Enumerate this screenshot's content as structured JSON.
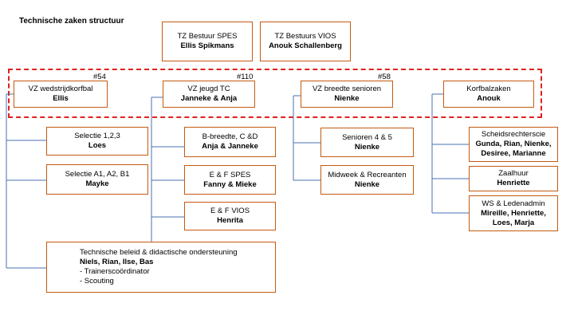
{
  "title": "Technische zaken structuur",
  "top": {
    "spes": {
      "line1": "TZ Bestuur SPES",
      "line2": "Ellis Spikmans"
    },
    "vios": {
      "line1": "TZ Bestuurs VIOS",
      "line2": "Anouk Schallenberg"
    }
  },
  "columns": {
    "wedstrijd": {
      "number": "#54",
      "head": {
        "line1": "VZ wedstrijdkorfbal",
        "line2": "Ellis"
      },
      "children": [
        {
          "line1": "Selectie 1,2,3",
          "line2": "Loes"
        },
        {
          "line1": "Selectie A1, A2, B1",
          "line2": "Mayke"
        }
      ],
      "beleid": {
        "line1": "Technische beleid & didactische ondersteuning",
        "line2": "Niels, Rian, Ilse, Bas",
        "line3": "- Trainerscoördinator",
        "line4": "- Scouting"
      }
    },
    "jeugd": {
      "number": "#110",
      "head": {
        "line1": "VZ jeugd TC",
        "line2": "Janneke & Anja"
      },
      "children": [
        {
          "line1": "B-breedte, C &D",
          "line2": "Anja & Janneke"
        },
        {
          "line1": "E & F SPES",
          "line2": "Fanny & Mieke"
        },
        {
          "line1": "E & F VIOS",
          "line2": "Henrita"
        }
      ]
    },
    "breedte": {
      "number": "#58",
      "head": {
        "line1": "VZ breedte senioren",
        "line2": "Nienke"
      },
      "children": [
        {
          "line1": "Senioren 4 & 5",
          "line2": "Nienke"
        },
        {
          "line1": "Midweek & Recreanten",
          "line2": "Nienke"
        }
      ]
    },
    "korfbal": {
      "head": {
        "line1": "Korfbalzaken",
        "line2": "Anouk"
      },
      "children": [
        {
          "line1": "Scheidsrechterscie",
          "line2": "Gunda, Rian, Nienke,",
          "line3": "Desiree, Marianne"
        },
        {
          "line1": "Zaalhuur",
          "line2": "Henriette"
        },
        {
          "line1": "WS & Ledenadmin",
          "line2": "Mireille, Henriette,",
          "line3": "Loes, Marja"
        }
      ]
    }
  }
}
